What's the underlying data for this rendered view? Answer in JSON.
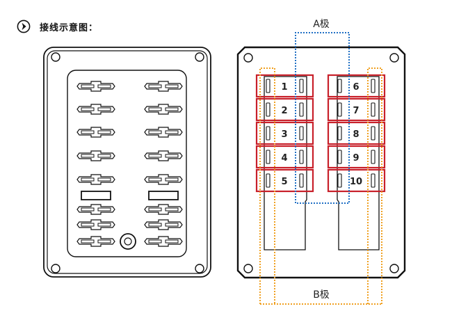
{
  "header": {
    "icon": "circled-arrow-right-icon",
    "title": "接线示意图："
  },
  "left_panel": {
    "name": "fuse-box-front-view",
    "fuse_slots_per_column": 8,
    "columns": 2,
    "blank_slots_per_column": 1
  },
  "right_panel": {
    "name": "wiring-schematic",
    "pole_a_label": "A极",
    "pole_b_label": "B极",
    "left_column_fuses": [
      "1",
      "2",
      "3",
      "4",
      "5"
    ],
    "right_column_fuses": [
      "6",
      "7",
      "8",
      "9",
      "10"
    ]
  },
  "colors": {
    "outline": "#1a1a1a",
    "fuse_highlight": "#c8202a",
    "pole_a": "#1f6fc4",
    "pole_b": "#f0a020"
  }
}
